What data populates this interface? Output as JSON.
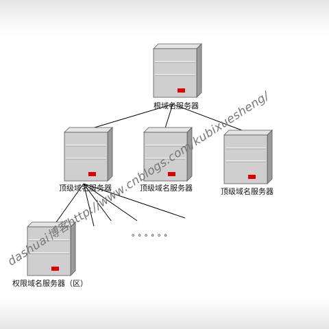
{
  "diagram": {
    "root_label": "根域名服务器",
    "tld_labels": [
      "顶级域名服务器",
      "顶级域名服务器",
      "顶级域名服务器"
    ],
    "authoritative_label": "权限域名服务器（区）",
    "ellipsis": "。。。。。。"
  },
  "watermark": "dashuai博客http://www.cnblogs.com/kubixuesheng/",
  "colors": {
    "server_face": "#cfcfcf",
    "server_side": "#9a9a9a",
    "indicator": "#e00000",
    "line": "#000000"
  }
}
